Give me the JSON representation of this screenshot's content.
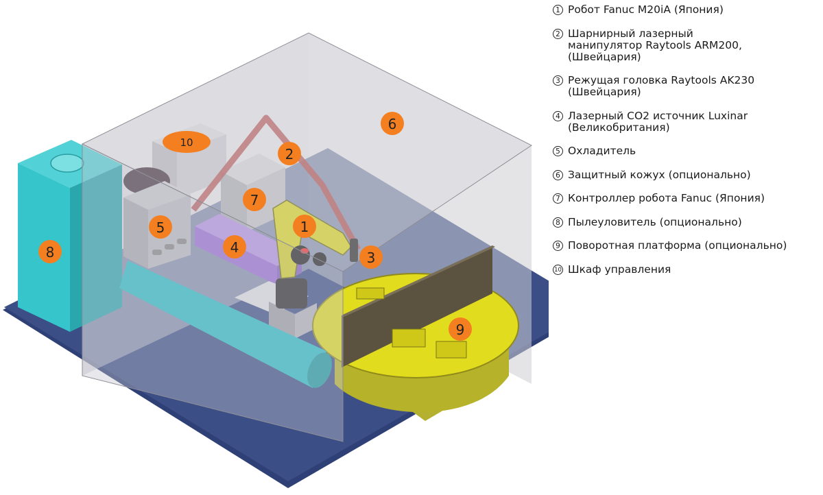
{
  "colors": {
    "floor": "#3b4e86",
    "enclosure": "#b9b9c4",
    "dust_collector": "#34c6cc",
    "duct": "#27bfc8",
    "laser_source": "#a97fe0",
    "arm": "#bf5a5a",
    "robot": "#d4d028",
    "platform": "#e2dc1e",
    "marker": "#f47f20"
  },
  "markers": [
    "1",
    "2",
    "3",
    "4",
    "5",
    "6",
    "7",
    "8",
    "9",
    "10"
  ],
  "legend": [
    {
      "num": "1",
      "lines": [
        "Робот Fanuc M20iA (Япония)"
      ]
    },
    {
      "num": "2",
      "lines": [
        "Шарнирный лазерный",
        "манипулятор  Raytools ARM200,",
        "(Швейцария)"
      ]
    },
    {
      "num": "3",
      "lines": [
        "Режущая головка Raytools AK230",
        "(Швейцария)"
      ]
    },
    {
      "num": "4",
      "lines": [
        "Лазерный СО2 источник Luxinar",
        "(Великобритания)"
      ]
    },
    {
      "num": "5",
      "lines": [
        "Охладитель"
      ]
    },
    {
      "num": "6",
      "lines": [
        "Защитный кожух (опционально)"
      ]
    },
    {
      "num": "7",
      "lines": [
        "Контроллер робота Fanuc (Япония)"
      ]
    },
    {
      "num": "8",
      "lines": [
        "Пылеуловитель (опционально)"
      ]
    },
    {
      "num": "9",
      "lines": [
        "Поворотная платформа (опционально)"
      ]
    },
    {
      "num": "10",
      "lines": [
        "Шкаф управления"
      ]
    }
  ]
}
